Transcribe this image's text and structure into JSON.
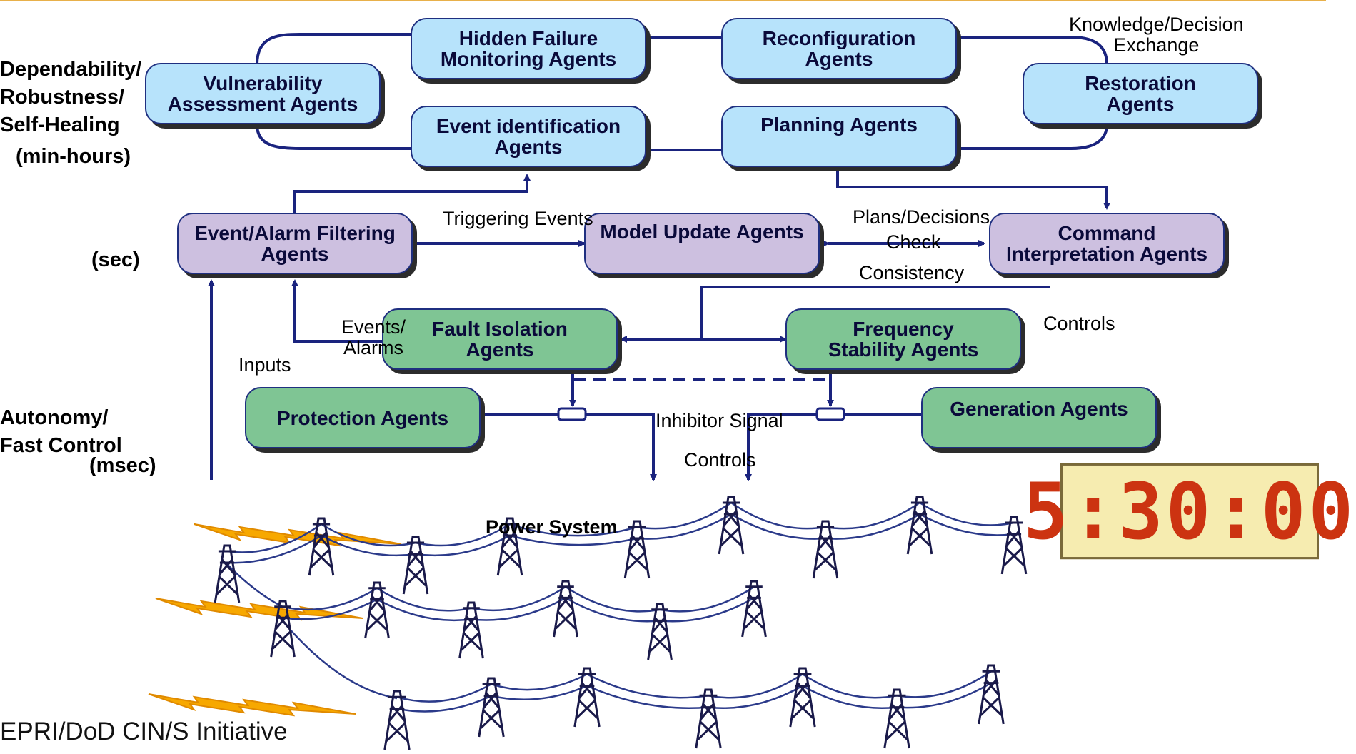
{
  "colors": {
    "line": "#1a237e",
    "box_blue": "#b7e3fb",
    "box_purple": "#cdc0e0",
    "box_green": "#7fc594",
    "bolt": "#f7a800",
    "clock_digits": "#cc3311",
    "clock_bg": "#f6ecb0"
  },
  "levels": {
    "dependability": [
      "Dependability/",
      "Robustness/",
      "Self-Healing"
    ],
    "minhours": "(min-hours)",
    "sec": "(sec)",
    "autonomy": [
      "Autonomy/",
      "Fast Control"
    ],
    "msec": "(msec)"
  },
  "agents": {
    "hidden_failure": [
      "Hidden Failure",
      "Monitoring Agents"
    ],
    "reconfiguration": [
      "Reconfiguration",
      "Agents"
    ],
    "vulnerability": [
      "Vulnerability",
      "Assessment Agents"
    ],
    "restoration": [
      "Restoration",
      "Agents"
    ],
    "event_identification": [
      "Event identification",
      "Agents"
    ],
    "planning": [
      "Planning Agents"
    ],
    "event_filtering": [
      "Event/Alarm Filtering",
      "Agents"
    ],
    "model_update": [
      "Model Update Agents"
    ],
    "command_interpretation": [
      "Command",
      "Interpretation Agents"
    ],
    "fault_isolation": [
      "Fault Isolation",
      "Agents"
    ],
    "frequency_stability": [
      "Frequency",
      "Stability Agents"
    ],
    "protection": [
      "Protection Agents"
    ],
    "generation": [
      "Generation Agents"
    ]
  },
  "flow_labels": {
    "knowledge": [
      "Knowledge/Decision",
      "Exchange"
    ],
    "triggering": "Triggering Events",
    "plans": "Plans/Decisions",
    "check": "Check",
    "consistency": "Consistency",
    "controls_right": "Controls",
    "events_alarms": [
      "Events/",
      "Alarms"
    ],
    "inputs": "Inputs",
    "inhibitor": "Inhibitor Signal",
    "controls_bottom": "Controls",
    "power_system": "Power System"
  },
  "clock": {
    "time": "5:30:00"
  },
  "footer": {
    "credit": "EPRI/DoD CIN/S Initiative"
  },
  "icons": {
    "lightning": "lightning-bolt-icon",
    "tower": "transmission-tower-icon"
  }
}
